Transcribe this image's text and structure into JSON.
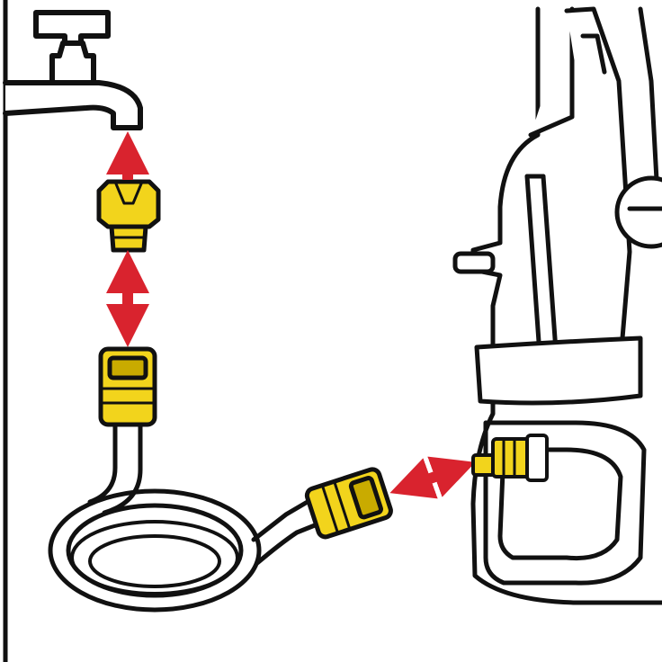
{
  "illustration": {
    "colors": {
      "outline": "#111111",
      "background": "#ffffff",
      "connector_fill": "#f2d41c",
      "connector_shade": "#c9ab00",
      "arrow": "#d9232e",
      "machine_fill": "#ffffff"
    },
    "parts": [
      {
        "name": "wall-pipe"
      },
      {
        "name": "water-tap"
      },
      {
        "name": "tap-adapter"
      },
      {
        "name": "hose-coupling-top"
      },
      {
        "name": "coiled-garden-hose"
      },
      {
        "name": "hose-coupling-bottom"
      },
      {
        "name": "machine-water-inlet"
      },
      {
        "name": "pressure-washer-body"
      }
    ],
    "arrows": [
      {
        "name": "arrow-adapter-to-tap",
        "direction": "up"
      },
      {
        "name": "arrow-adapter-to-coupling",
        "direction": "up-down"
      },
      {
        "name": "arrow-coupling-to-inlet",
        "direction": "left-right"
      }
    ]
  }
}
